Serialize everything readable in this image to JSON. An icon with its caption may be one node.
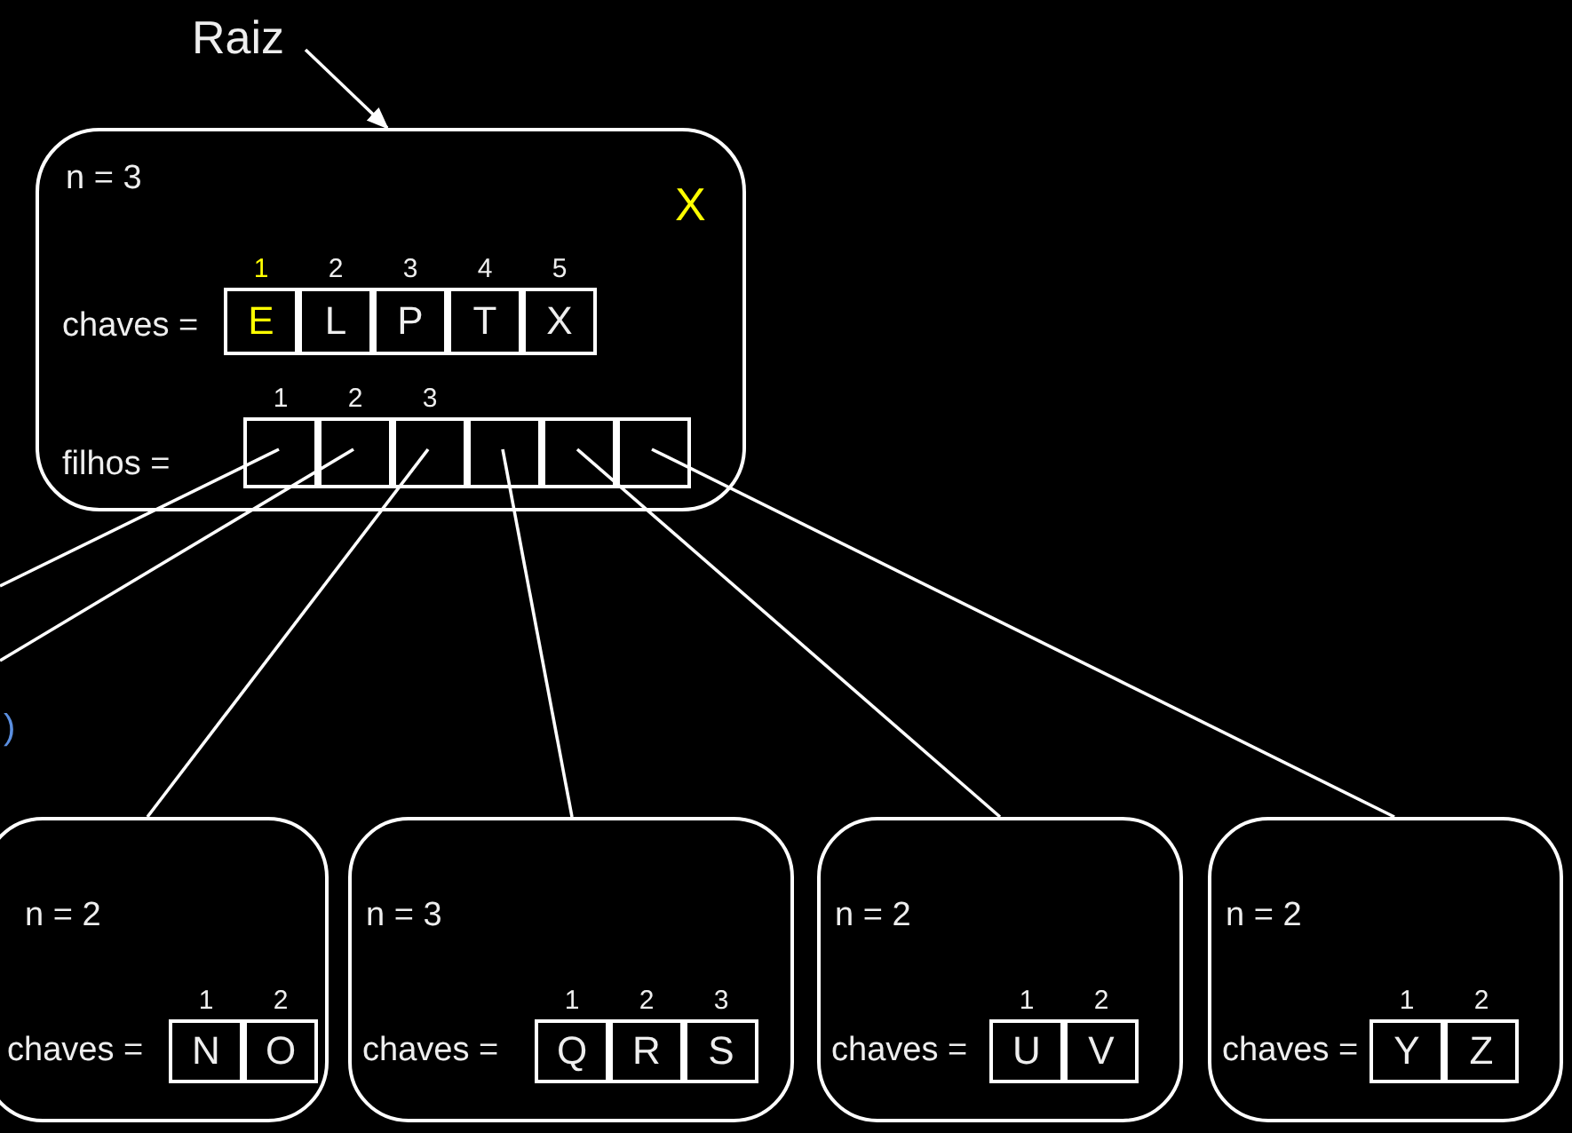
{
  "diagram": {
    "nodes": [
      {
        "text": [
          "Raiz"
        ]
      },
      {
        "text": [
          "n = 3",
          "X",
          "chaves =",
          "filhos ="
        ]
      },
      {
        "text": [
          "E"
        ],
        "in": 1,
        "beside": [
          "1"
        ]
      },
      {
        "text": [
          "L"
        ],
        "in": 1,
        "beside": [
          "2"
        ]
      },
      {
        "text": [
          "P"
        ],
        "in": 1,
        "beside": [
          "3"
        ]
      },
      {
        "text": [
          "T"
        ],
        "in": 1,
        "beside": [
          "4"
        ]
      },
      {
        "text": [
          "X"
        ],
        "in": 1,
        "beside": [
          "5"
        ]
      },
      {
        "text": [],
        "shape": "box",
        "in": 1,
        "beside": [
          "1"
        ]
      },
      {
        "text": [],
        "shape": "box",
        "in": 1,
        "beside": [
          "2"
        ]
      },
      {
        "text": [],
        "shape": "box",
        "in": 1,
        "beside": [
          "3"
        ]
      },
      {
        "text": [],
        "shape": "box",
        "in": 1
      },
      {
        "text": [],
        "shape": "box",
        "in": 1
      },
      {
        "text": [],
        "shape": "box",
        "in": 1
      },
      {
        "text": [
          "n = 2",
          "chaves ="
        ]
      },
      {
        "text": [
          "N"
        ],
        "in": 13,
        "beside": [
          "1"
        ]
      },
      {
        "text": [
          "O"
        ],
        "in": 13,
        "beside": [
          "2"
        ]
      },
      {
        "text": [
          "n = 3",
          "chaves ="
        ]
      },
      {
        "text": [
          "Q"
        ],
        "in": 16,
        "beside": [
          "1"
        ]
      },
      {
        "text": [
          "R"
        ],
        "in": 16,
        "beside": [
          "2"
        ]
      },
      {
        "text": [
          "S"
        ],
        "in": 16,
        "beside": [
          "3"
        ]
      },
      {
        "text": [
          "n = 2",
          "chaves ="
        ]
      },
      {
        "text": [
          "U"
        ],
        "in": 20,
        "beside": [
          "1"
        ]
      },
      {
        "text": [
          "V"
        ],
        "in": 20,
        "beside": [
          "2"
        ]
      },
      {
        "text": [
          "n = 2",
          "chaves ="
        ]
      },
      {
        "text": [
          "Y"
        ],
        "in": 23,
        "beside": [
          "1"
        ]
      },
      {
        "text": [
          "Z"
        ],
        "in": 23,
        "beside": [
          "2"
        ]
      }
    ],
    "edges": [
      {
        "from": 0,
        "to": 1,
        "arrow": "to"
      },
      {
        "from": 7,
        "to": null,
        "arrow": "none"
      },
      {
        "from": 8,
        "to": null,
        "arrow": "none"
      },
      {
        "from": 9,
        "to": 13,
        "arrow": "none"
      },
      {
        "from": 10,
        "to": 16,
        "arrow": "none"
      },
      {
        "from": 11,
        "to": 20,
        "arrow": "none"
      },
      {
        "from": 12,
        "to": 23,
        "arrow": "none"
      }
    ],
    "labels": [
      ")"
    ]
  }
}
